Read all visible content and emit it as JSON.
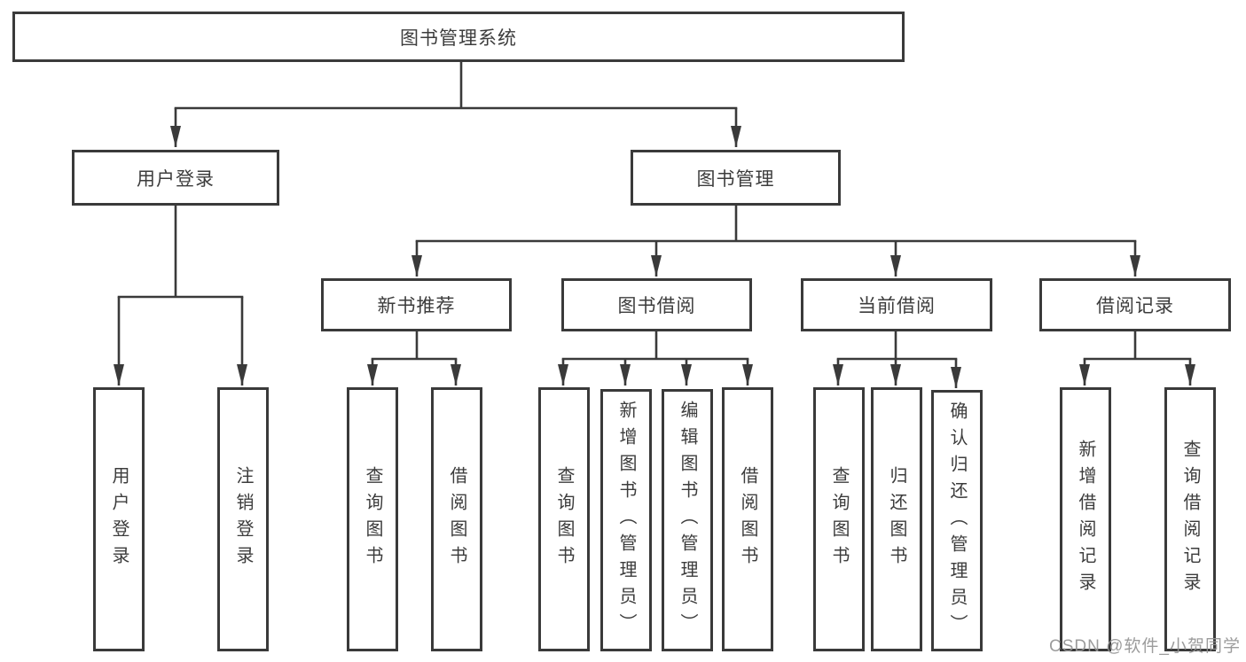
{
  "diagram": {
    "type": "function-structure-tree",
    "colors": {
      "line": "#3a3a3a",
      "box_border": "#3a3a3a",
      "text": "#3c3c3c",
      "background": "#ffffff",
      "watermark": "#949494"
    },
    "tree": {
      "label": "图书管理系统",
      "children": [
        {
          "label": "用户登录",
          "children": [
            {
              "label": "用户登录"
            },
            {
              "label": "注销登录"
            }
          ]
        },
        {
          "label": "图书管理",
          "children": [
            {
              "label": "新书推荐",
              "children": [
                {
                  "label": "查询图书"
                },
                {
                  "label": "借阅图书"
                }
              ]
            },
            {
              "label": "图书借阅",
              "children": [
                {
                  "label": "查询图书"
                },
                {
                  "label": "新增图书（管理员）"
                },
                {
                  "label": "编辑图书（管理员）"
                },
                {
                  "label": "借阅图书"
                }
              ]
            },
            {
              "label": "当前借阅",
              "children": [
                {
                  "label": "查询图书"
                },
                {
                  "label": "归还图书"
                },
                {
                  "label": "确认归还（管理员）"
                }
              ]
            },
            {
              "label": "借阅记录",
              "children": [
                {
                  "label": "新增借阅记录"
                },
                {
                  "label": "查询借阅记录"
                }
              ]
            }
          ]
        }
      ]
    },
    "watermark": "CSDN @软件_小贺同学"
  }
}
